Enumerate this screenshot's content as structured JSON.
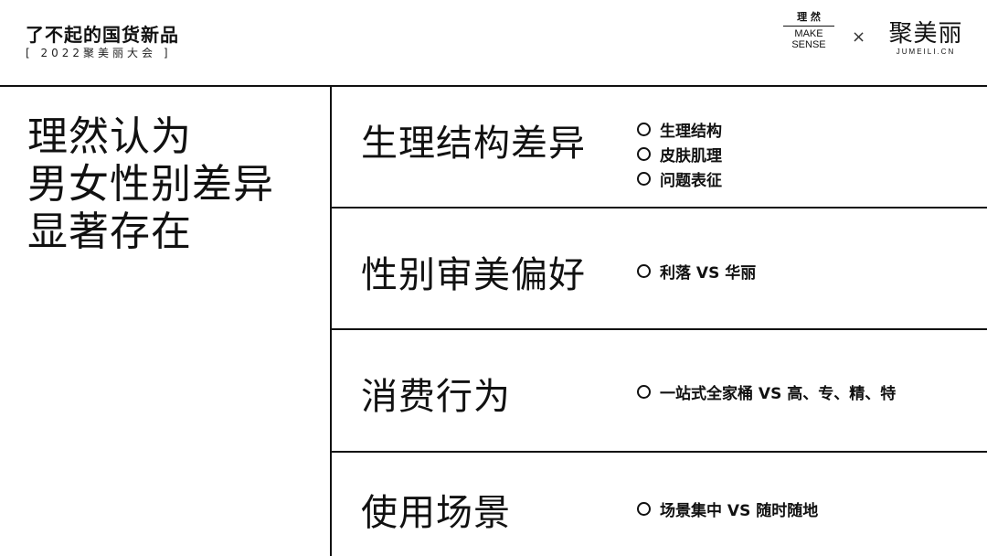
{
  "header": {
    "title": "了不起的国货新品",
    "subtitle": "[ 2022聚美丽大会 ]",
    "logo_lirán": {
      "cn": "理 然",
      "en": "MAKE SENSE"
    },
    "separator": "×",
    "logo_jumeili": {
      "cn": "聚美丽",
      "en": "JUMEILI.CN"
    }
  },
  "left": {
    "lines": [
      "理然认为",
      "男女性别差异",
      "显著存在"
    ]
  },
  "sections": [
    {
      "title": "生理结构差异",
      "bullets": [
        "生理结构",
        "皮肤肌理",
        "问题表征"
      ]
    },
    {
      "title": "性别审美偏好",
      "bullets": [
        "利落 VS 华丽"
      ]
    },
    {
      "title": "消费行为",
      "bullets": [
        "一站式全家桶 VS 高、专、精、特"
      ]
    },
    {
      "title": "使用场景",
      "bullets": [
        "场景集中 VS 随时随地"
      ]
    }
  ]
}
